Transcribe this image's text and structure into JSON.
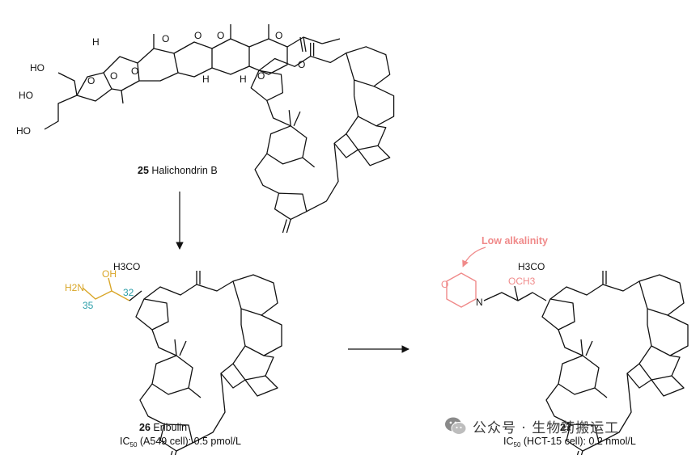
{
  "compounds": [
    {
      "number": "25",
      "name": "Halichondrin B",
      "atoms": {
        "h": "H",
        "o": "O",
        "ho": "HO"
      }
    },
    {
      "number": "26",
      "name": "Eribulin",
      "ic50_prefix": "IC",
      "ic50_sub": "50",
      "ic50_value": "(A549 cell): 0.5 pmol/L",
      "atoms": {
        "h2n": "H2N",
        "oh": "OH",
        "h3co": "H3CO",
        "pos35": "35",
        "pos32": "32"
      }
    },
    {
      "number": "27",
      "name": "",
      "ic50_prefix": "IC",
      "ic50_sub": "50",
      "ic50_value": "(HCT-15 cell): 0.2 nmol/L",
      "atoms": {
        "o": "O",
        "n": "N",
        "och3": "OCH3",
        "h3co": "H3CO"
      },
      "annotation": "Low alkalinity"
    }
  ],
  "watermark": {
    "text": "公众号 · 生物药搬运工",
    "icon": "wechat-icon"
  },
  "colors": {
    "amine": "#d9a628",
    "position_label": "#2a9ea8",
    "annotation": "#f08a8a",
    "line": "#111111"
  }
}
